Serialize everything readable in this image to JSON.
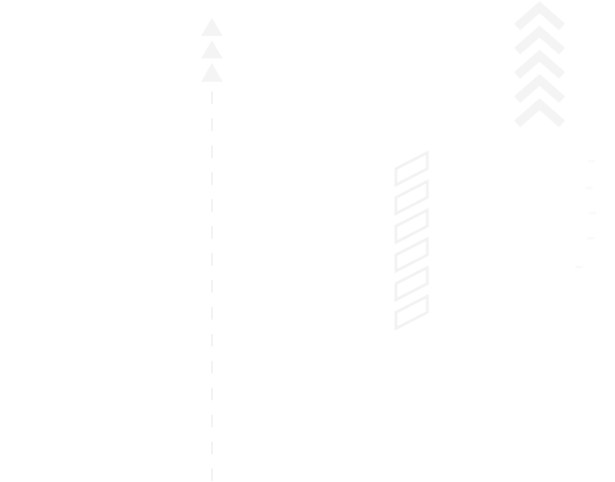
{
  "decorations": {
    "triangle_stack_icon": "triangle-up-stack",
    "dashed_line_icon": "vertical-dashed-line",
    "chevron_stack_icon": "chevron-up-stack",
    "slash_stack_icon": "parallelogram-stripe-stack",
    "triangle_count": 3,
    "chevron_count": 5,
    "slash_count": 6,
    "colors": {
      "background": "#ffffff",
      "shape_fill": "#f4f4f4",
      "shape_stroke": "#f2f2f2",
      "faint": "#fafafa"
    }
  }
}
